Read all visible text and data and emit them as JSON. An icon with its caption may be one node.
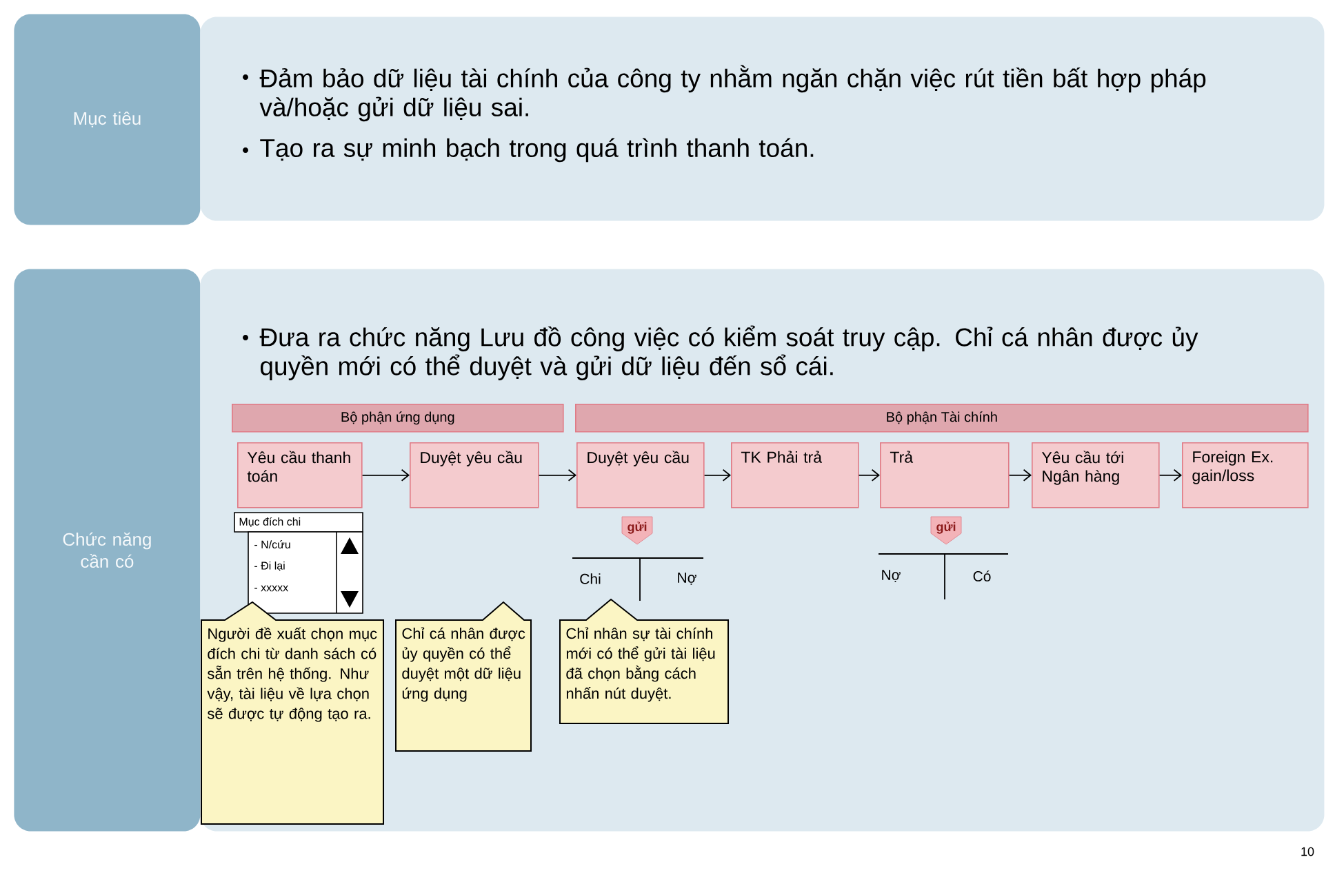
{
  "diagram": {
    "nodes": [
      {
        "text": [
          "Mục tiêu"
        ]
      },
      {
        "text": [
          "Đảm bảo dữ liệu tài chính của công ty nhằm ngăn chặn việc rút tiền bất hợp pháp và/hoặc gửi dữ liệu sai.",
          "Tạo ra sự minh bạch trong quá trình thanh toán."
        ]
      },
      {
        "text": [
          "Chức năng cần có"
        ]
      },
      {
        "text": [
          "Đưa ra chức năng Lưu đồ công việc có kiểm soát truy cập. Chỉ cá nhân được ủy quyền mới có thể duyệt và gửi dữ liệu đến sổ cái."
        ]
      },
      {
        "text": [
          "Bộ phận ứng dụng"
        ],
        "in": 3
      },
      {
        "text": [
          "Bộ phận Tài chính"
        ],
        "in": 3
      },
      {
        "text": [
          "Yêu cầu thanh toán"
        ],
        "in": 3
      },
      {
        "text": [
          "Duyệt yêu cầu"
        ],
        "in": 3
      },
      {
        "text": [
          "Duyệt yêu cầu"
        ],
        "in": 3
      },
      {
        "text": [
          "TK Phải trả"
        ],
        "in": 3
      },
      {
        "text": [
          "Trả"
        ],
        "in": 3
      },
      {
        "text": [
          "Yêu cầu tới Ngân hàng"
        ],
        "in": 3
      },
      {
        "text": [
          "Foreign Ex. gain/loss"
        ],
        "in": 3
      },
      {
        "text": [
          "Mục đích chi",
          "- N/cứu",
          "- Đi lại",
          "- xxxxx"
        ],
        "in": 3
      },
      {
        "text": [
          "gửi"
        ],
        "in": 3
      },
      {
        "text": [
          "gửi"
        ],
        "in": 3
      },
      {
        "text": [
          "Người đề xuất chọn mục đích chi từ danh sách có sẵn trên hệ thống. Như vậy, tài liệu về lựa chọn sẽ được tự động tạo ra."
        ],
        "in": 3
      },
      {
        "text": [
          "Chỉ cá nhân được ủy quyền có thể duyệt một dữ liệu ứng dụng"
        ],
        "in": 3
      },
      {
        "text": [
          "Chỉ nhân sự tài chính mới có thể gửi tài liệu đã chọn bằng cách nhấn nút duyệt."
        ],
        "in": 3
      }
    ],
    "edges": [
      {
        "from": 6,
        "to": 7,
        "arrow": "to"
      },
      {
        "from": 7,
        "to": 8,
        "arrow": "to"
      },
      {
        "from": 8,
        "to": 9,
        "arrow": "to"
      },
      {
        "from": 9,
        "to": 10,
        "arrow": "to"
      },
      {
        "from": 10,
        "to": 11,
        "arrow": "to"
      },
      {
        "from": 11,
        "to": 12,
        "arrow": "to"
      }
    ],
    "labels": [
      "Chi",
      "Nợ",
      "Nợ",
      "Có",
      "10"
    ]
  }
}
